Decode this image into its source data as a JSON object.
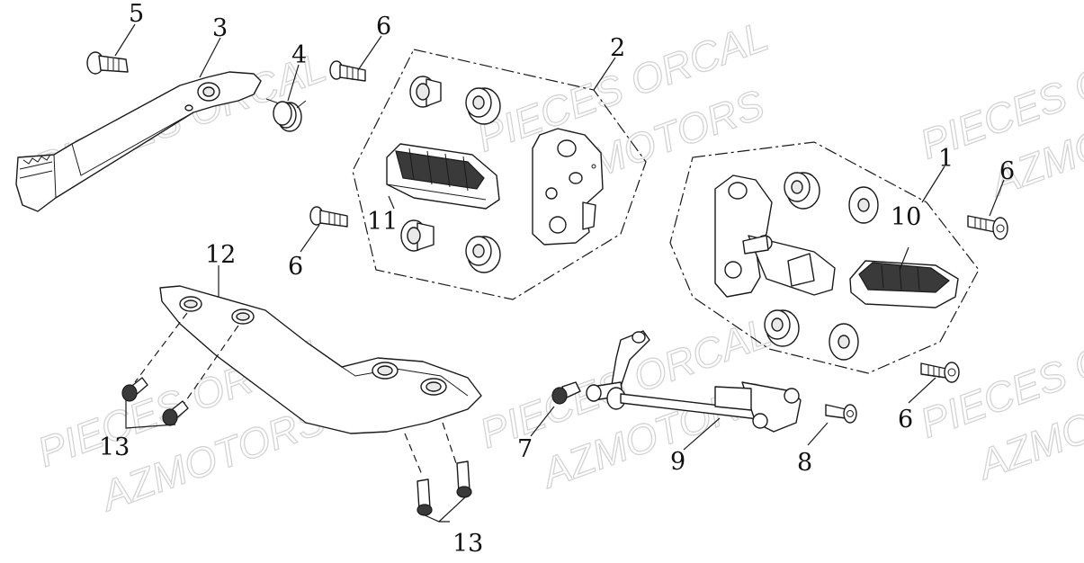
{
  "watermark": {
    "line1": "PIECES ORCAL",
    "line2": "AZMOTORS",
    "color": "#d4d4d4"
  },
  "callouts": {
    "c1": "1",
    "c2": "2",
    "c3": "3",
    "c4": "4",
    "c5": "5",
    "c6a": "6",
    "c6b": "6",
    "c6c": "6",
    "c6d": "6",
    "c7": "7",
    "c8": "8",
    "c9": "9",
    "c10": "10",
    "c11": "11",
    "c12": "12",
    "c13a": "13",
    "c13b": "13"
  }
}
